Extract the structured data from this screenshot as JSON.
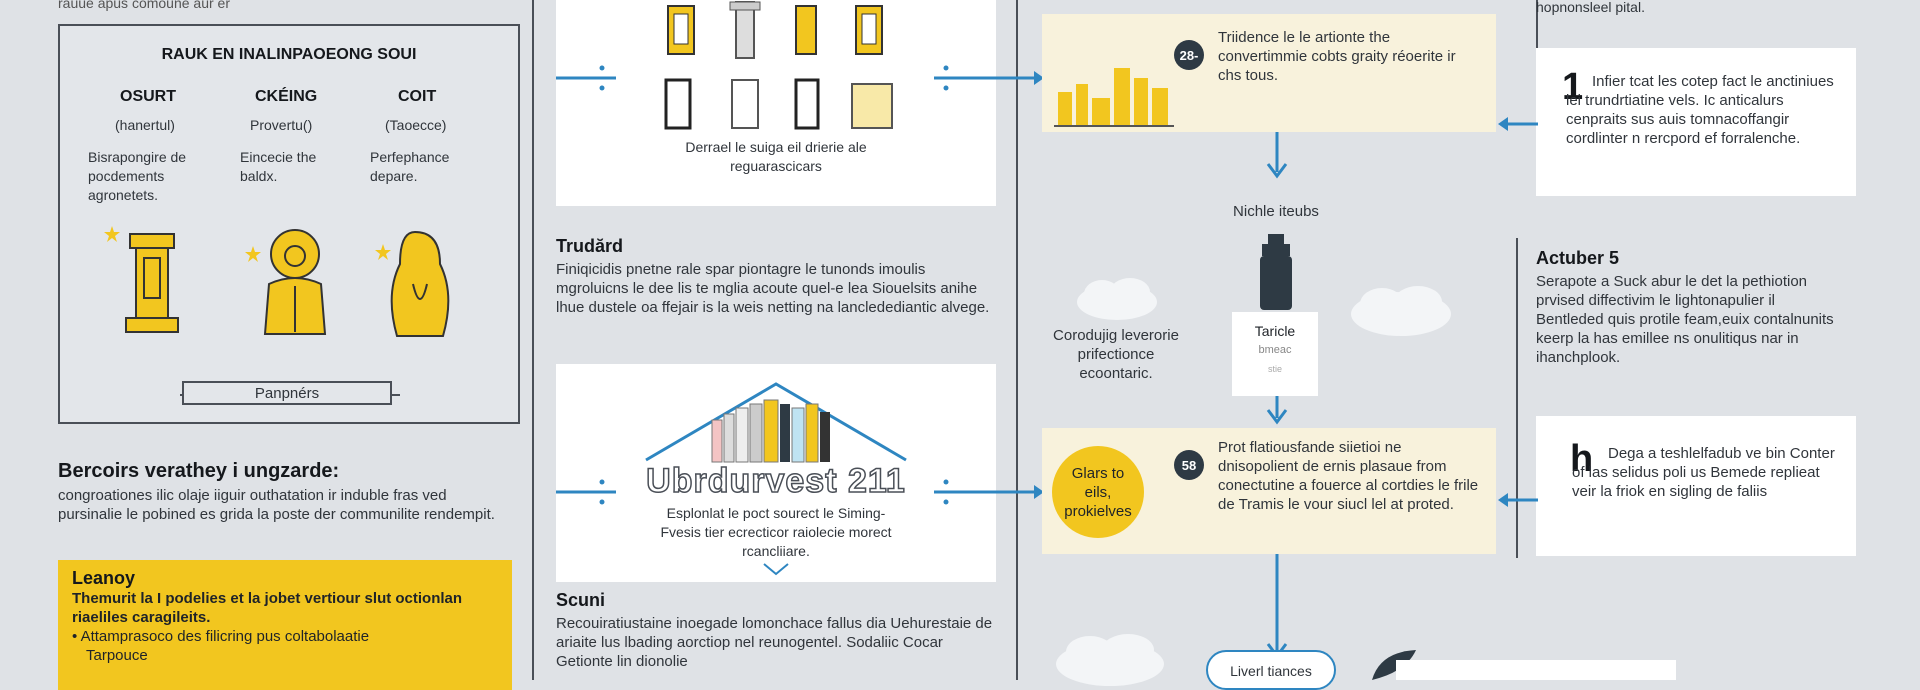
{
  "top_left_caption": "rauue apus comoune aur er",
  "rank_panel": {
    "title": "RAUK EN INALINPAOEONG SOUI",
    "columns": [
      {
        "head": "OSURT",
        "sub": "(hanertul)",
        "desc": "Bisrapongire de pocdements agronetets."
      },
      {
        "head": "CKÉING",
        "sub": "Provertu()",
        "desc": "Eincecie the baldx."
      },
      {
        "head": "COIT",
        "sub": "(Taoecce)",
        "desc": "Perfephance depare."
      }
    ],
    "footer": "Panpnérs"
  },
  "left_section": {
    "title": "Bercoirs verathey i ungzarde:",
    "body": "congroationes ilic olaje iiguir outhatation ir induble fras ved pursinalie le pobined es grida la poste der communilite rendempit."
  },
  "legend_box": {
    "title": "Leanoy",
    "lead": "Themurit la I podelies et la jobet vertiour slut octionlan riaeliles caragileits.",
    "bullet": "Attamprasoco des filicring pus coltabolaatie",
    "extra": "Tarpouce"
  },
  "center_top_panel": {
    "caption": "Derrael le suiga eil drierie ale reguarascicars"
  },
  "center_section1": {
    "title": "Trudărd",
    "body": "Finiqicidis pnetne rale spar piontagre le tunonds imoulis mgroluicns le dee lis te mglia acoute quel-e lea Siouelsits anihe lhue dustele oa ffejair is la weis netting na lancledediantic alvege."
  },
  "center_mid_panel": {
    "banner": "Ubrdurvest 211",
    "caption": "Esplonlat le poct sourect le Siming- Fvesis tier ecrecticor raiolecie morect rcancliiare."
  },
  "center_section2": {
    "title": "Scuni",
    "body": "Recouiratiustaine inoegade lomonchace fallus dia Uehurestaie de ariaite lus lbading aorctiop nel reunogentel. Sodaliic Cocar Getionte lin dionolie"
  },
  "top_right_caption": "hopnonsleel pital.",
  "flow_step1": {
    "number": "28-",
    "text": "Triidence le le artionte the convertimmie cobts graity réoerite ir chs tous."
  },
  "flow_mid_label": "Nichle iteubs",
  "flow_left_label": "Corodujig leverorie prifectionce ecoontaric.",
  "tarticle_card": {
    "title": "Taricle",
    "sub": "bmeac",
    "tiny": "stie"
  },
  "flow_step2": {
    "circle": "Glars to eils, prokielves",
    "number": "58",
    "text": "Prot flatiousfande siietioi ne dnisopolient de ernis plasaue from conectutine a fouerce al cortdies le frile de Tramis le vour siucl lel at proted."
  },
  "flow_bottom_label": "Liverl tiances",
  "note1": {
    "number": "1",
    "text": "Infier tcat les cotep fact le anctiniues lei trundrtiatine vels. Ic anticalurs cenpraits sus auis tomnacoffangir cordlinter n rercpord ef forralenche."
  },
  "right_section": {
    "title": "Actuber 5",
    "body": "Serapote a Suck abur le det la pethiotion prvised diffectivim le lightonapulier il Bentleded quis protile feam,euix contalnunits keerp la has emillee ns onulitiqus nar in ihanchplook."
  },
  "note2": {
    "number": "h",
    "text": "Dega a teshlelfadub ve bin Conter of las selidus poli us Bemede replieat veir la friok en sigling de faliis"
  },
  "colors": {
    "accent_blue": "#2e86c1",
    "accent_yellow": "#f2c61f",
    "dark": "#2e3a44"
  }
}
